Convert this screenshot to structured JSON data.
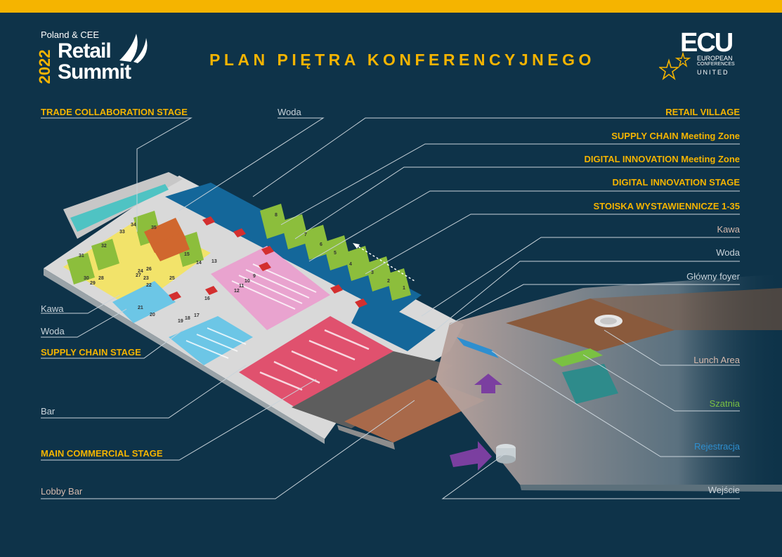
{
  "header": {
    "logo_pre": "Poland & CEE",
    "logo_year": "2022",
    "logo_word1": "Retail",
    "logo_word2": "Summit",
    "title": "PLAN PIĘTRA KONFERENCYJNEGO",
    "ecu_big": "ECU",
    "ecu_line1": "EUROPEAN",
    "ecu_line2": "CONFERENCES",
    "ecu_line3": "UNITED"
  },
  "labels_left": [
    {
      "text": "TRADE COLLABORATION STAGE",
      "style": "bold"
    },
    {
      "text": "Woda",
      "style": "light"
    },
    {
      "text": "Kawa",
      "style": "light"
    },
    {
      "text": "Woda",
      "style": "light"
    },
    {
      "text": "SUPPLY CHAIN STAGE",
      "style": "bold"
    },
    {
      "text": "Bar",
      "style": "light"
    },
    {
      "text": "MAIN COMMERCIAL STAGE",
      "style": "bold"
    },
    {
      "text": "Lobby Bar",
      "style": "light-orange"
    }
  ],
  "labels_right": [
    {
      "text": "RETAIL VILLAGE",
      "style": "bold"
    },
    {
      "text": "SUPPLY CHAIN Meeting Zone",
      "style": "bold"
    },
    {
      "text": "DIGITAL INNOVATION Meeting Zone",
      "style": "bold"
    },
    {
      "text": "DIGITAL INNOVATION STAGE",
      "style": "bold"
    },
    {
      "text": "STOISKA WYSTAWIENNICZE 1-35",
      "style": "bold"
    },
    {
      "text": "Kawa",
      "style": "light-orange"
    },
    {
      "text": "Woda",
      "style": "light"
    },
    {
      "text": "Główny foyer",
      "style": "light"
    },
    {
      "text": "Lunch Area",
      "style": "light-orange"
    },
    {
      "text": "Szatnia",
      "style": "green"
    },
    {
      "text": "Rejestracja",
      "style": "blue"
    },
    {
      "text": "Wejście",
      "style": "light"
    }
  ],
  "booths": [
    "1",
    "2",
    "3",
    "4",
    "5",
    "6",
    "7",
    "8",
    "9",
    "10",
    "11",
    "12",
    "13",
    "14",
    "15",
    "16",
    "17",
    "18",
    "19",
    "20",
    "21",
    "22",
    "23",
    "24",
    "25",
    "26",
    "27",
    "28",
    "29",
    "30",
    "31",
    "32",
    "33",
    "34",
    "35"
  ],
  "colors": {
    "background": "#0e3349",
    "accent": "#f5b400",
    "blue_zone": "#14679a",
    "pink_stage": "#e9a3cf",
    "red_stage": "#e0516e",
    "yellow_zone": "#f2e36a",
    "green_booth": "#8cbe3c",
    "light_blue_stage": "#6cc6e6",
    "foyer": "#b39a94",
    "lunch": "#8a5a3c",
    "cloakroom": "#7ac142",
    "registration": "#2e8fd0",
    "entrance_arrow": "#7b3fa0"
  }
}
